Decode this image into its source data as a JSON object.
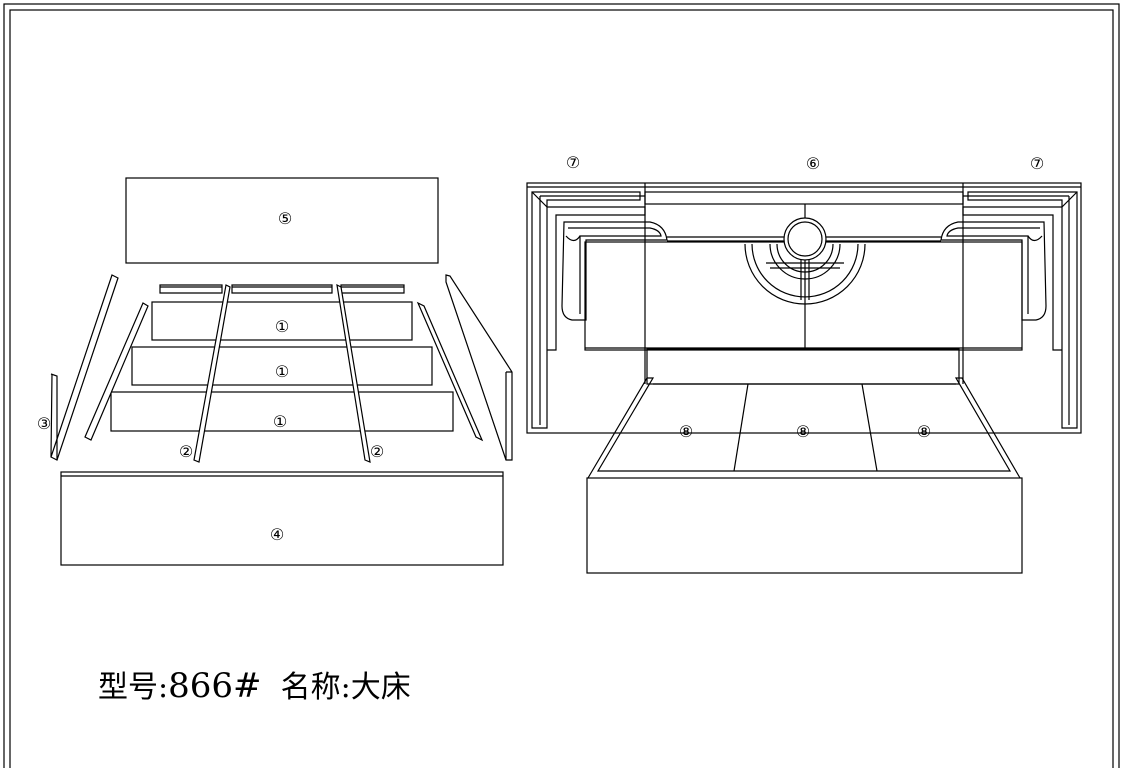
{
  "labels": {
    "part1": "①",
    "part2": "②",
    "part3": "③",
    "part4": "④",
    "part5": "⑤",
    "part6": "⑥",
    "part7": "⑦",
    "part8": "⑧"
  },
  "caption": {
    "model_label": "型号:",
    "model_value": "866#",
    "name_label": "名称:",
    "name_value": "大床"
  }
}
